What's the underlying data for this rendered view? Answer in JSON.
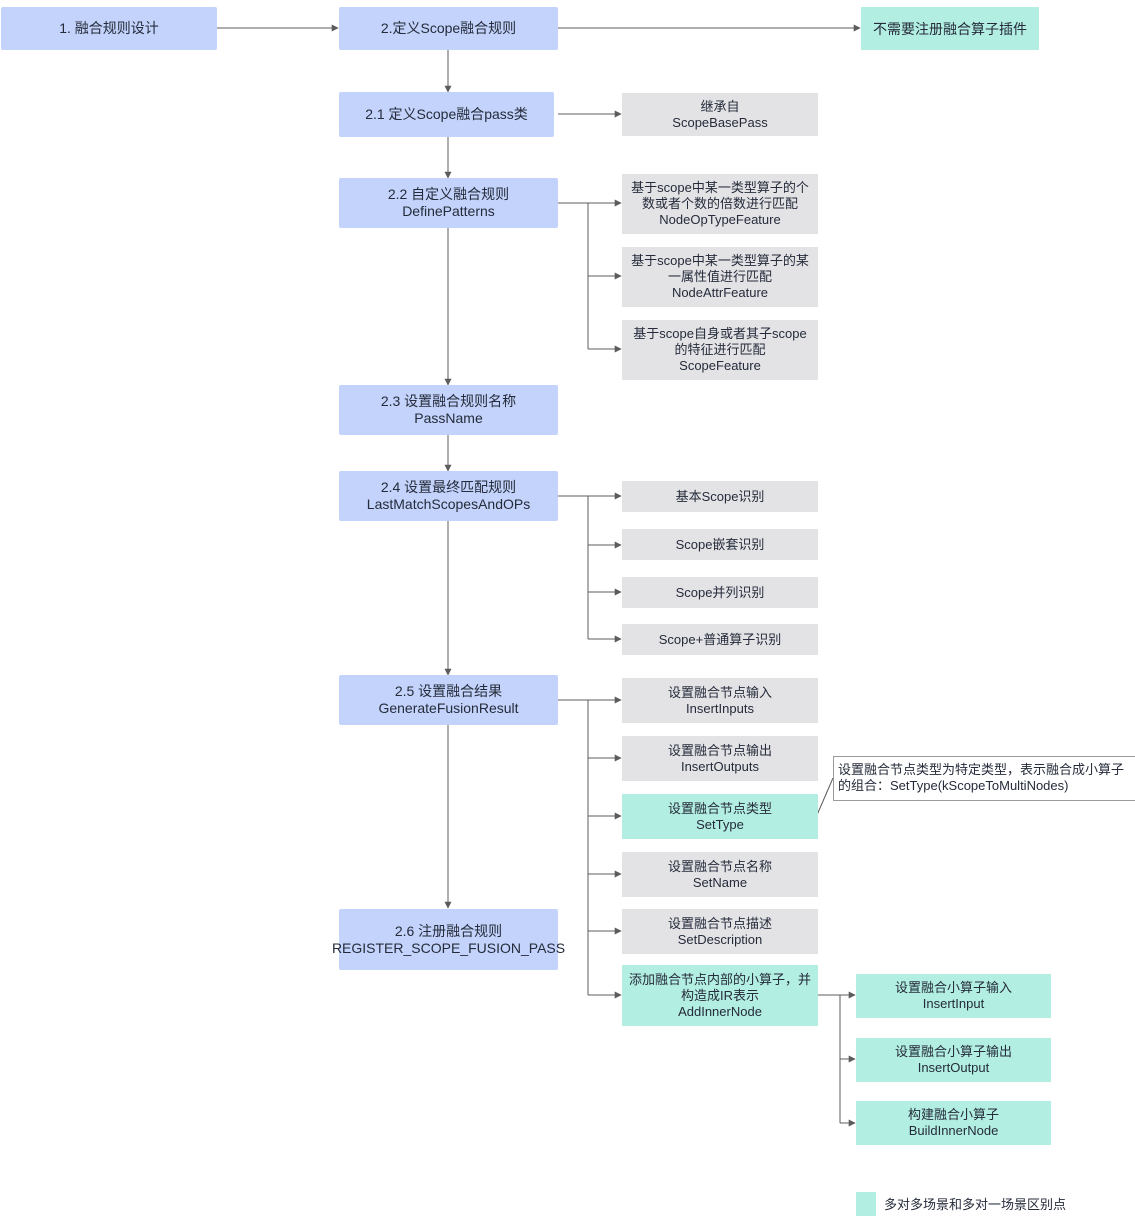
{
  "nodes": {
    "step1": [
      "1. 融合规则设计"
    ],
    "step2": [
      "2.定义Scope融合规则"
    ],
    "no_register": [
      "不需要注册融合算子插件"
    ],
    "step2_1": [
      "2.1 定义Scope融合pass类"
    ],
    "inherit": [
      "继承自",
      "ScopeBasePass"
    ],
    "step2_2": [
      "2.2 自定义融合规则",
      "DefinePatterns"
    ],
    "feat_optype": [
      "基于scope中某一类型算子的个",
      "数或者个数的倍数进行匹配",
      "NodeOpTypeFeature"
    ],
    "feat_attr": [
      "基于scope中某一类型算子的某",
      "一属性值进行匹配",
      "NodeAttrFeature"
    ],
    "feat_scope": [
      "基于scope自身或者其子scope",
      "的特征进行匹配",
      "ScopeFeature"
    ],
    "step2_3": [
      "2.3 设置融合规则名称",
      "PassName"
    ],
    "step2_4": [
      "2.4 设置最终匹配规则",
      "LastMatchScopesAndOPs"
    ],
    "match_basic": [
      "基本Scope识别"
    ],
    "match_nested": [
      "Scope嵌套识别"
    ],
    "match_parallel": [
      "Scope并列识别"
    ],
    "match_mixed": [
      "Scope+普通算子识别"
    ],
    "step2_5": [
      "2.5 设置融合结果",
      "GenerateFusionResult"
    ],
    "insert_inputs": [
      "设置融合节点输入",
      "InsertInputs"
    ],
    "insert_outputs": [
      "设置融合节点输出",
      "InsertOutputs"
    ],
    "set_type": [
      "设置融合节点类型",
      "SetType"
    ],
    "set_name": [
      "设置融合节点名称",
      "SetName"
    ],
    "set_desc": [
      "设置融合节点描述",
      "SetDescription"
    ],
    "add_inner": [
      "添加融合节点内部的小算子，并",
      "构造成IR表示",
      "AddInnerNode"
    ],
    "step2_6": [
      "2.6 注册融合规则",
      "REGISTER_SCOPE_FUSION_PASS"
    ],
    "inner_input": [
      "设置融合小算子输入",
      "InsertInput"
    ],
    "inner_output": [
      "设置融合小算子输出",
      "InsertOutput"
    ],
    "inner_build": [
      "构建融合小算子",
      "BuildInnerNode"
    ]
  },
  "callout": [
    "设置融合节点类型为特定类型，表示融合成小算子",
    "的组合：SetType(kScopeToMultiNodes)"
  ],
  "legend": {
    "label": "多对多场景和多对一场景区别点",
    "color": "#b2eee1"
  },
  "colors": {
    "blue": "#c3d3fb",
    "gray": "#e3e3e6",
    "teal": "#b2eee1",
    "line": "#5c5c5c"
  }
}
